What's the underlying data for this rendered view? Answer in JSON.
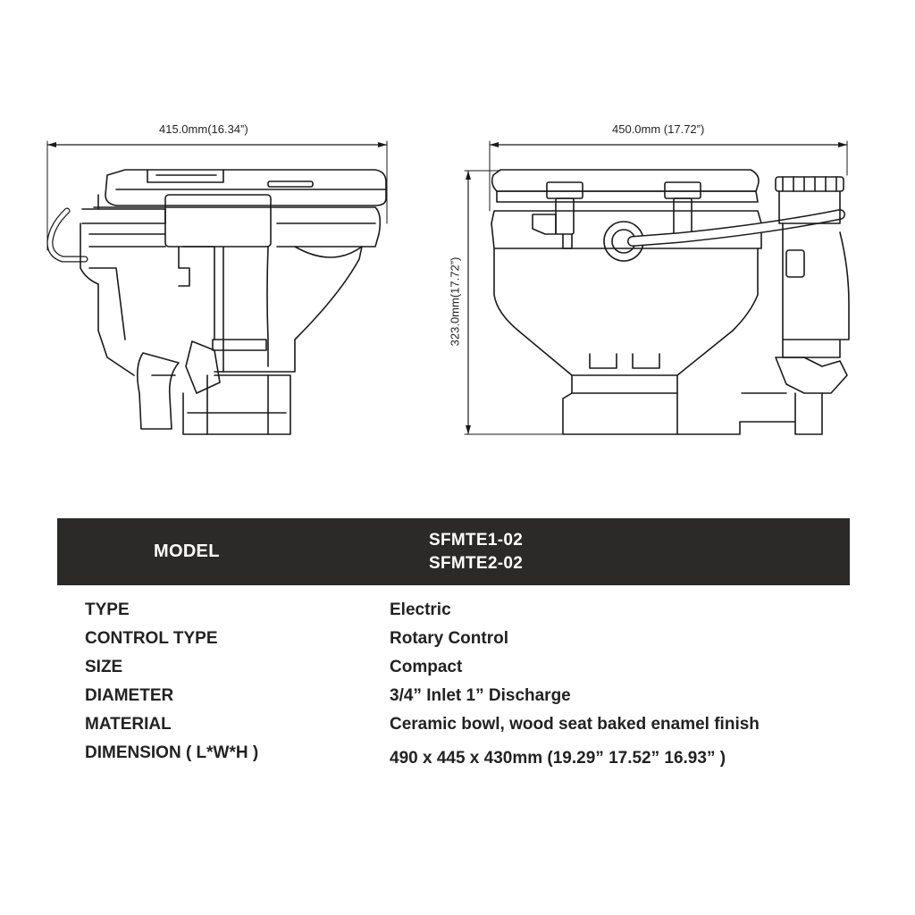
{
  "drawing": {
    "side_width_label": "415.0mm(16.34”)",
    "front_width_label": "450.0mm  (17.72”)",
    "height_label": "323.0mm(17.72”)",
    "line_color": "#1a1a1a"
  },
  "model": {
    "label": "MODEL",
    "values": [
      "SFMTE1-02",
      "SFMTE2-02"
    ],
    "bar_color": "#2b2a29"
  },
  "specs": [
    {
      "key": "TYPE",
      "value": "Electric"
    },
    {
      "key": "CONTROL TYPE",
      "value": "Rotary Control"
    },
    {
      "key": "SIZE",
      "value": "Compact"
    },
    {
      "key": "DIAMETER",
      "value": "3/4” Inlet 1” Discharge"
    },
    {
      "key": "MATERIAL",
      "value": "Ceramic bowl, wood seat baked enamel finish"
    },
    {
      "key": "DIMENSION ( L*W*H )",
      "value": "490 x 445 x 430mm (19.29” 17.52” 16.93” )"
    }
  ]
}
